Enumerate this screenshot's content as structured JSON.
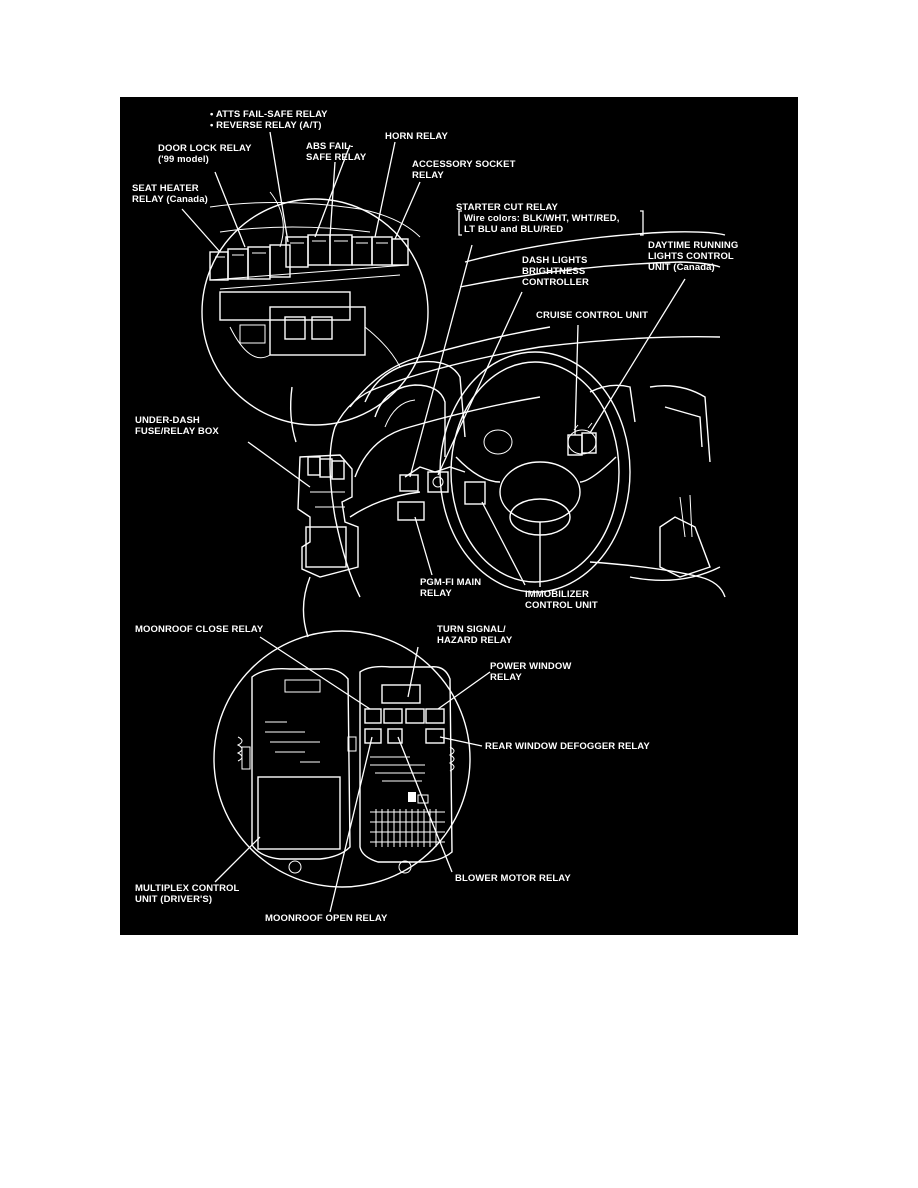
{
  "colors": {
    "background": "#000000",
    "foreground": "#ffffff",
    "page": "#ffffff"
  },
  "labels": {
    "atts_relay": "• ATTS FAIL-SAFE RELAY\n• REVERSE RELAY (A/T)",
    "door_lock_relay": "DOOR LOCK RELAY\n('99 model)",
    "abs_relay": "ABS FAIL-\nSAFE RELAY",
    "horn_relay": "HORN RELAY",
    "accessory_socket_relay": "ACCESSORY SOCKET\nRELAY",
    "seat_heater_relay": "SEAT HEATER\nRELAY (Canada)",
    "starter_cut_relay": "STARTER CUT RELAY",
    "starter_cut_wires": "Wire colors: BLK/WHT, WHT/RED,\nLT BLU and BLU/RED",
    "drl_control_unit": "DAYTIME RUNNING\nLIGHTS CONTROL\nUNIT (Canada)",
    "dash_lights_controller": "DASH LIGHTS\nBRIGHTNESS\nCONTROLLER",
    "cruise_control_unit": "CRUISE CONTROL UNIT",
    "under_dash_box": "UNDER-DASH\nFUSE/RELAY BOX",
    "pgm_fi_relay": "PGM-FI MAIN\nRELAY",
    "immobilizer_unit": "IMMOBILIZER\nCONTROL UNIT",
    "moonroof_close_relay": "MOONROOF CLOSE RELAY",
    "turn_signal_relay": "TURN SIGNAL/\nHAZARD RELAY",
    "power_window_relay": "POWER WINDOW\nRELAY",
    "rear_defogger_relay": "REAR WINDOW DEFOGGER RELAY",
    "multiplex_unit": "MULTIPLEX CONTROL\nUNIT (DRIVER'S)",
    "blower_motor_relay": "BLOWER MOTOR RELAY",
    "moonroof_open_relay": "MOONROOF OPEN RELAY"
  }
}
